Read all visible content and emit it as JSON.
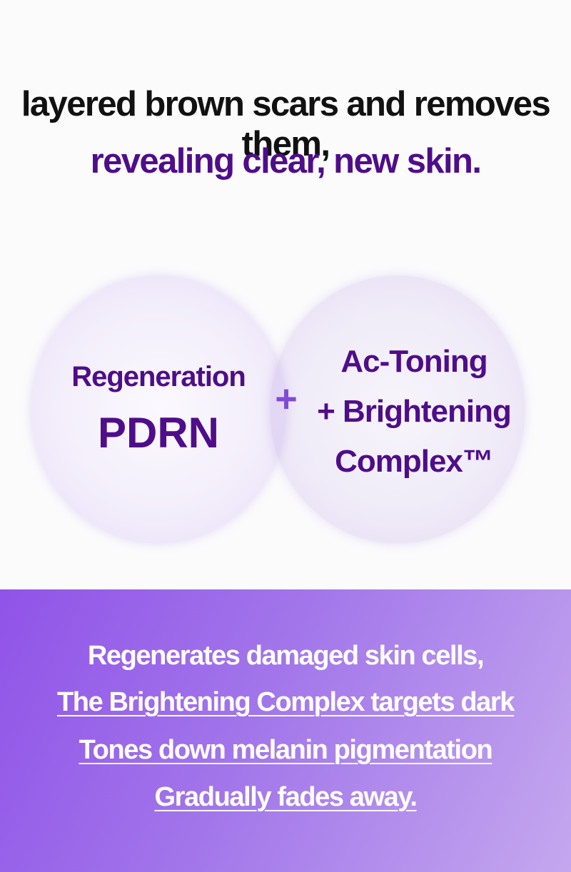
{
  "headline": {
    "line1": "layered brown scars and removes them,",
    "line2": "revealing clear, new skin."
  },
  "left_circle": {
    "label_small": "Regeneration",
    "label_large": "PDRN"
  },
  "plus_symbol": "+",
  "right_circle": {
    "line1": "Ac-Toning",
    "line2": "+ Brightening",
    "line3": "Complex™"
  },
  "bottom_panel": {
    "line1": "Regenerates damaged skin cells,",
    "line2": "The Brightening Complex targets dark",
    "line3": "Tones down melanin pigmentation",
    "line4": "Gradually fades away."
  },
  "colors": {
    "accent_purple": "#4f0d8a",
    "panel_start": "#9053e8",
    "panel_end": "#c4a7ee"
  }
}
